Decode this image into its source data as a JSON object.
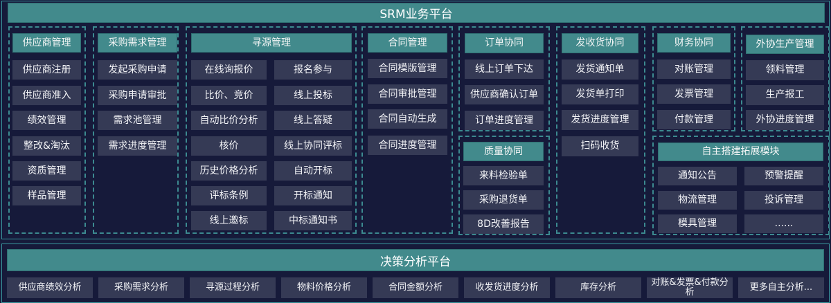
{
  "srm_platform": {
    "title": "SRM业务平台"
  },
  "modules": [
    {
      "id": "supplier",
      "header": "供应商管理",
      "items": [
        "供应商注册",
        "供应商准入",
        "绩效管理",
        "整改&淘汰",
        "资质管理",
        "样品管理"
      ]
    },
    {
      "id": "demand",
      "header": "采购需求管理",
      "items": [
        "发起采购申请",
        "采购申请审批",
        "需求池管理",
        "需求进度管理"
      ]
    },
    {
      "id": "sourcing",
      "header": "寻源管理",
      "items": [
        "在线询报价",
        "报名参与",
        "比价、竞价",
        "线上投标",
        "自动比价分析",
        "线上答疑",
        "核价",
        "线上协同评标",
        "历史价格分析",
        "自动开标",
        "评标条例",
        "开标通知",
        "线上邀标",
        "中标通知书"
      ]
    },
    {
      "id": "contract",
      "header": "合同管理",
      "items": [
        "合同模版管理",
        "合同审批管理",
        "合同自动生成",
        "合同进度管理"
      ]
    },
    {
      "id": "order",
      "header": "订单协同",
      "items": [
        "线上订单下达",
        "供应商确认订单",
        "订单进度管理"
      ]
    },
    {
      "id": "quality",
      "header": "质量协同",
      "items": [
        "来料检验单",
        "采购退货单",
        "8D改善报告"
      ]
    },
    {
      "id": "delivery",
      "header": "发收货协同",
      "items": [
        "发货通知单",
        "发货单打印",
        "发货进度管理",
        "扫码收货"
      ]
    },
    {
      "id": "finance",
      "header": "财务协同",
      "items": [
        "对账管理",
        "发票管理",
        "付款管理"
      ]
    },
    {
      "id": "outsourcing",
      "header": "外协生产管理",
      "items": [
        "领料管理",
        "生产报工",
        "外协进度管理"
      ]
    },
    {
      "id": "extension",
      "header": "自主搭建拓展模块",
      "items": [
        "通知公告",
        "预警提醒",
        "物流管理",
        "投诉管理",
        "模具管理",
        "......"
      ]
    }
  ],
  "decision_platform": {
    "title": "决策分析平台",
    "items": [
      "供应商绩效分析",
      "采购需求分析",
      "寻源过程分析",
      "物料价格分析",
      "合同金额分析",
      "收发货进度分析",
      "库存分析",
      "对账&发票&付款分析",
      "更多自主分析..."
    ]
  },
  "colors": {
    "background": "#161a3a",
    "header": "#428a8c",
    "item": "#353a55",
    "border": "#3a9aa0"
  }
}
